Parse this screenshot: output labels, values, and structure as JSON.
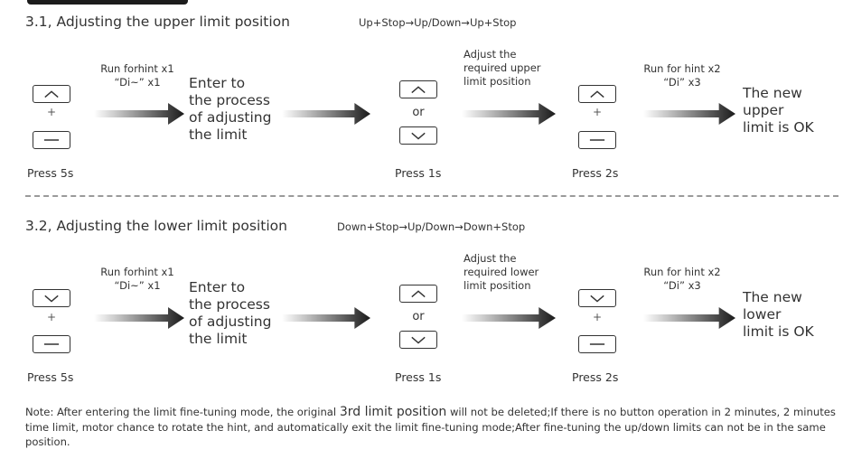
{
  "sections": [
    {
      "title": "3.1, Adjusting the upper limit position",
      "sequence": "Up+Stop→Up/Down→Up+Stop",
      "step1": {
        "label": "Press 5s",
        "hint_line1": "Run forhint x1",
        "hint_line2": "“Di~” x1",
        "plus": "+"
      },
      "result1": {
        "line1": "Enter to",
        "line2": "the process",
        "line3": "of adjusting",
        "line4": "the limit"
      },
      "step2": {
        "label": "Press 1s",
        "or": "or",
        "hint_line1": "Adjust the",
        "hint_line2": "required upper",
        "hint_line3": "limit position"
      },
      "step3": {
        "label": "Press 2s",
        "plus": "+",
        "hint_line1": "Run for hint x2",
        "hint_line2": "“Di” x3"
      },
      "result2": {
        "line1": "The new",
        "line2": "upper",
        "line3": "limit is OK"
      }
    },
    {
      "title": "3.2, Adjusting the lower limit position",
      "sequence": "Down+Stop→Up/Down→Down+Stop",
      "step1": {
        "label": "Press 5s",
        "hint_line1": "Run forhint x1",
        "hint_line2": "“Di~” x1",
        "plus": "+"
      },
      "result1": {
        "line1": "Enter to",
        "line2": "the process",
        "line3": "of adjusting",
        "line4": "the limit"
      },
      "step2": {
        "label": "Press 1s",
        "or": "or",
        "hint_line1": "Adjust the",
        "hint_line2": "required lower",
        "hint_line3": "limit position"
      },
      "step3": {
        "label": "Press 2s",
        "plus": "+",
        "hint_line1": "Run for hint x2",
        "hint_line2": "“Di” x3"
      },
      "result2": {
        "line1": "The new",
        "line2": "lower",
        "line3": "limit is OK"
      }
    }
  ],
  "note": {
    "part1": "Note: After entering the limit fine-tuning mode, the original ",
    "emphasis": "3rd limit position",
    "part2": " will not be deleted;If there is no button operation in 2 minutes, 2 minutes time limit, motor chance to rotate the hint, and automatically exit the limit fine-tuning mode;After fine-tuning the up/down limits can not be in the same position."
  },
  "icons": {
    "up": "chevron-up-icon",
    "down": "chevron-down-icon",
    "stop": "stop-dash-icon",
    "arrow": "gradient-arrow-icon"
  }
}
